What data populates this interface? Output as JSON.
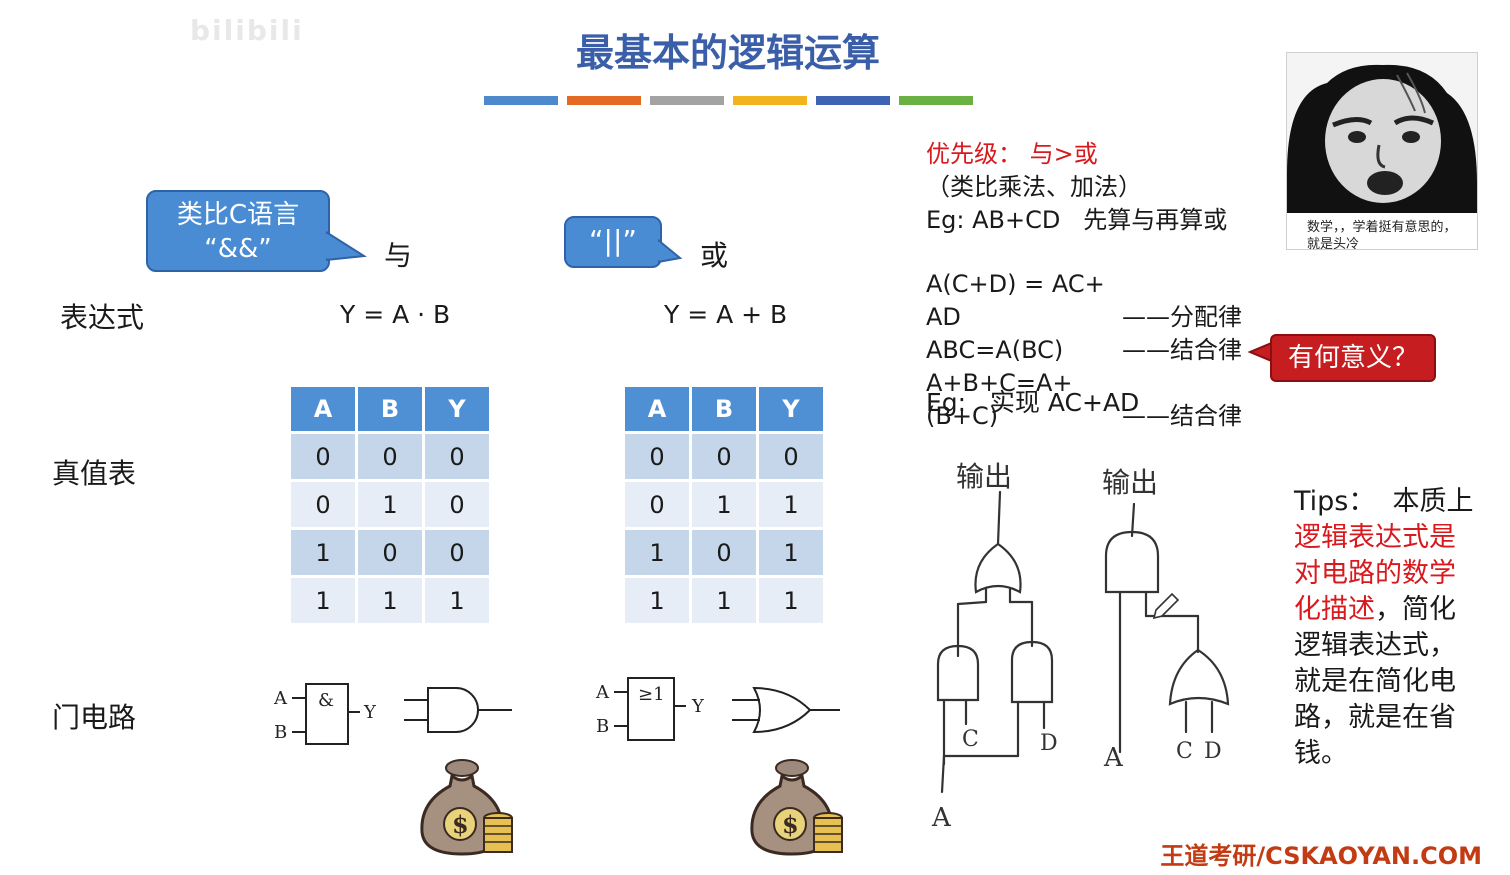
{
  "watermark": "bilibili",
  "title": "最基本的逻辑运算",
  "title_bar_colors": [
    "#4e89cc",
    "#e46a24",
    "#a3a3a3",
    "#f2b31e",
    "#3e63b3",
    "#6ab043"
  ],
  "rows": {
    "expression": "表达式",
    "truth_table": "真值表",
    "gate": "门电路"
  },
  "and_section": {
    "callout_line1": "类比C语言",
    "callout_line2": "“&&”",
    "label": "与",
    "expression": "Y = A · B",
    "headers": [
      "A",
      "B",
      "Y"
    ],
    "rows": [
      [
        "0",
        "0",
        "0"
      ],
      [
        "0",
        "1",
        "0"
      ],
      [
        "1",
        "0",
        "0"
      ],
      [
        "1",
        "1",
        "1"
      ]
    ],
    "gate_symbol": "&",
    "gate_in_a": "A",
    "gate_in_b": "B",
    "gate_out": "Y"
  },
  "or_section": {
    "callout": "“||”",
    "label": "或",
    "expression": "Y = A + B",
    "headers": [
      "A",
      "B",
      "Y"
    ],
    "rows": [
      [
        "0",
        "0",
        "0"
      ],
      [
        "0",
        "1",
        "1"
      ],
      [
        "1",
        "0",
        "1"
      ],
      [
        "1",
        "1",
        "1"
      ]
    ],
    "gate_symbol": "≥1",
    "gate_in_a": "A",
    "gate_in_b": "B",
    "gate_out": "Y"
  },
  "money_bag": {
    "symbol": "$"
  },
  "priority": {
    "line1_prefix": "优先级：",
    "line1_value": "与>或",
    "line2": "（类比乘法、加法）",
    "line3": "Eg: AB+CD   先算与再算或"
  },
  "laws": [
    {
      "formula": "A(C+D) = AC+ AD",
      "name": "——分配律"
    },
    {
      "formula": "ABC=A(BC)",
      "name": "——结合律"
    },
    {
      "formula": "A+B+C=A+(B+C)",
      "name": "——结合律"
    }
  ],
  "meaning_callout": "有何意义？",
  "example": "Eg:   实现 AC+AD",
  "sketch": {
    "out_left": "输出",
    "out_right": "输出",
    "left_c": "C",
    "left_d": "D",
    "left_a": "A",
    "right_a": "A",
    "right_c": "C",
    "right_d": "D"
  },
  "meme_caption": "数学，，学着挺有意思的，就是头冷",
  "tips": {
    "l1": "Tips：  本质上",
    "l2": "逻辑表达式是",
    "l3": "对电路的数学",
    "l4_red": "化描述",
    "l4_black": "，简化",
    "l5": "逻辑表达式，",
    "l6": "就是在简化电",
    "l7": "路，就是在省",
    "l8": "钱。"
  },
  "footer": "王道考研/CSKAOYAN.COM"
}
